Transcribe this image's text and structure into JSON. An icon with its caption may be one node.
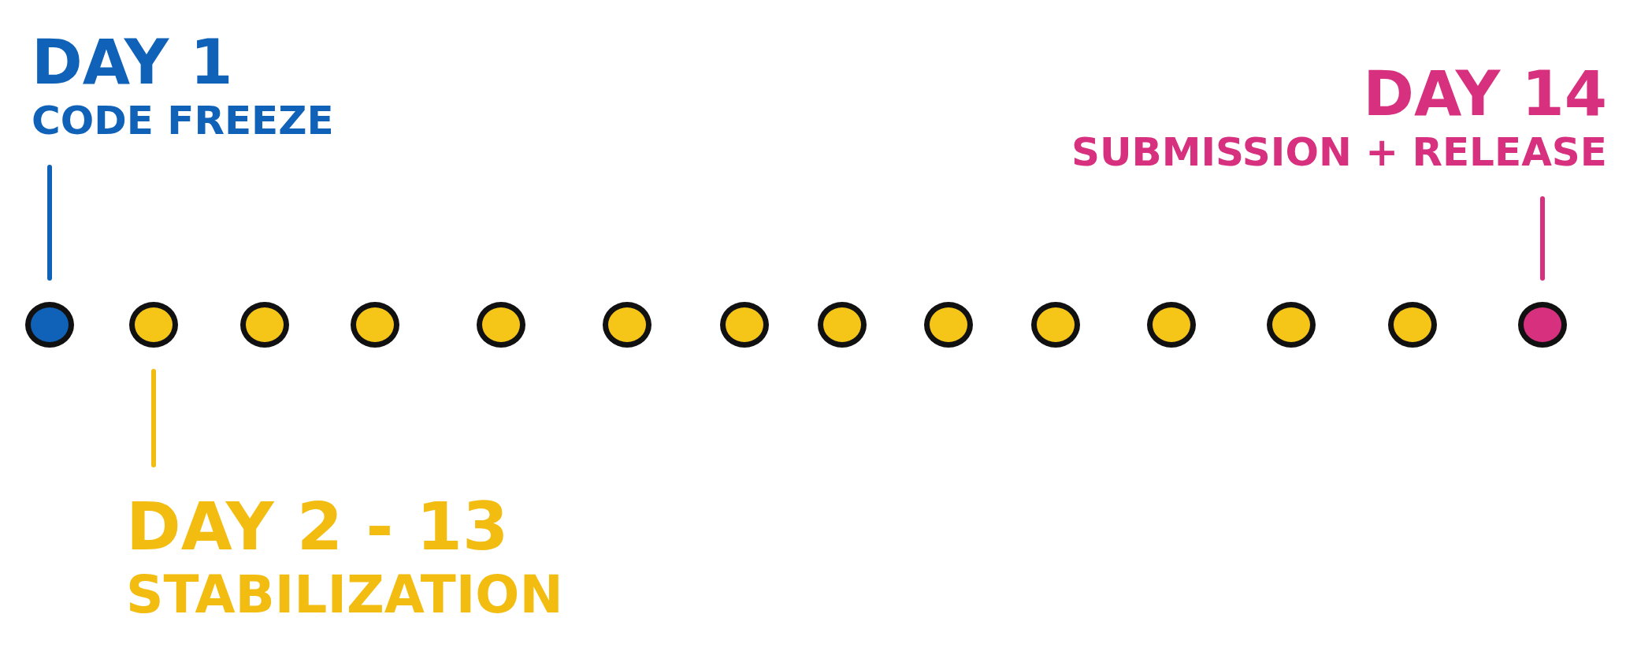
{
  "diagram": {
    "nodes": [
      {
        "text": [
          "DAY 1",
          "CODE FREEZE"
        ]
      },
      {
        "text": [
          "DAY 14",
          "SUBMISSION + RELEASE"
        ]
      },
      {
        "text": [],
        "shape": "circle"
      },
      {
        "text": [],
        "shape": "circle"
      },
      {
        "text": [],
        "shape": "circle"
      },
      {
        "text": [],
        "shape": "circle"
      },
      {
        "text": [],
        "shape": "circle"
      },
      {
        "text": [],
        "shape": "circle"
      },
      {
        "text": [],
        "shape": "circle"
      },
      {
        "text": [],
        "shape": "circle"
      },
      {
        "text": [],
        "shape": "circle"
      },
      {
        "text": [],
        "shape": "circle"
      },
      {
        "text": [],
        "shape": "circle"
      },
      {
        "text": [],
        "shape": "circle"
      },
      {
        "text": [],
        "shape": "circle"
      },
      {
        "text": [],
        "shape": "circle"
      },
      {
        "text": [
          "DAY 2 - 13",
          "STABILIZATION"
        ]
      }
    ],
    "edges": [
      {
        "from": 0,
        "to": 2,
        "arrow": "none",
        "color": "#0f62b8"
      },
      {
        "from": 1,
        "to": 15,
        "arrow": "none",
        "color": "#d6307e"
      },
      {
        "from": 16,
        "to": 3,
        "arrow": "none",
        "color": "#f2bd10"
      }
    ]
  }
}
